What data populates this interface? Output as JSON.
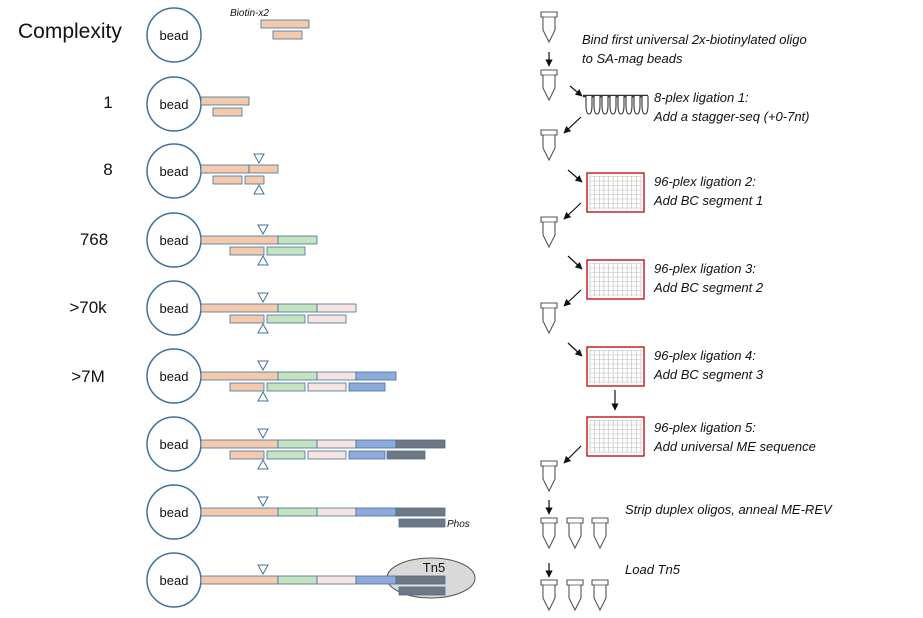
{
  "header": {
    "complexity_label": "Complexity"
  },
  "bead_label": "bead",
  "biotin_label": "Biotin-x2",
  "phos_label": "Phos",
  "tn5_label": "Tn5",
  "complexity_levels": [
    "",
    "1",
    "8",
    "768",
    ">70k",
    ">7M",
    "",
    "",
    ""
  ],
  "steps": [
    {
      "line1": "Bind first universal 2x-biotinylated oligo",
      "line2": "to SA-mag beads"
    },
    {
      "line1": "8-plex ligation 1:",
      "line2": "Add a stagger-seq (+0-7nt)"
    },
    {
      "line1": "96-plex ligation 2:",
      "line2": "Add BC segment 1"
    },
    {
      "line1": "96-plex ligation 3:",
      "line2": "Add BC segment 2"
    },
    {
      "line1": "96-plex ligation 4:",
      "line2": "Add BC segment 3"
    },
    {
      "line1": "96-plex ligation 5:",
      "line2": "Add universal ME sequence"
    },
    {
      "line1": "Strip duplex oligos, anneal ME-REV",
      "line2": ""
    },
    {
      "line1": "Load Tn5",
      "line2": ""
    }
  ],
  "colors": {
    "outline": "#41719c",
    "salmon": "#f4c9ac",
    "green": "#c6e3c0",
    "pink": "#f7e4e0",
    "blue": "#8eaadb",
    "gray": "#707780",
    "tn5_fill": "#d9d9d9",
    "plate_border": "#c00000"
  }
}
